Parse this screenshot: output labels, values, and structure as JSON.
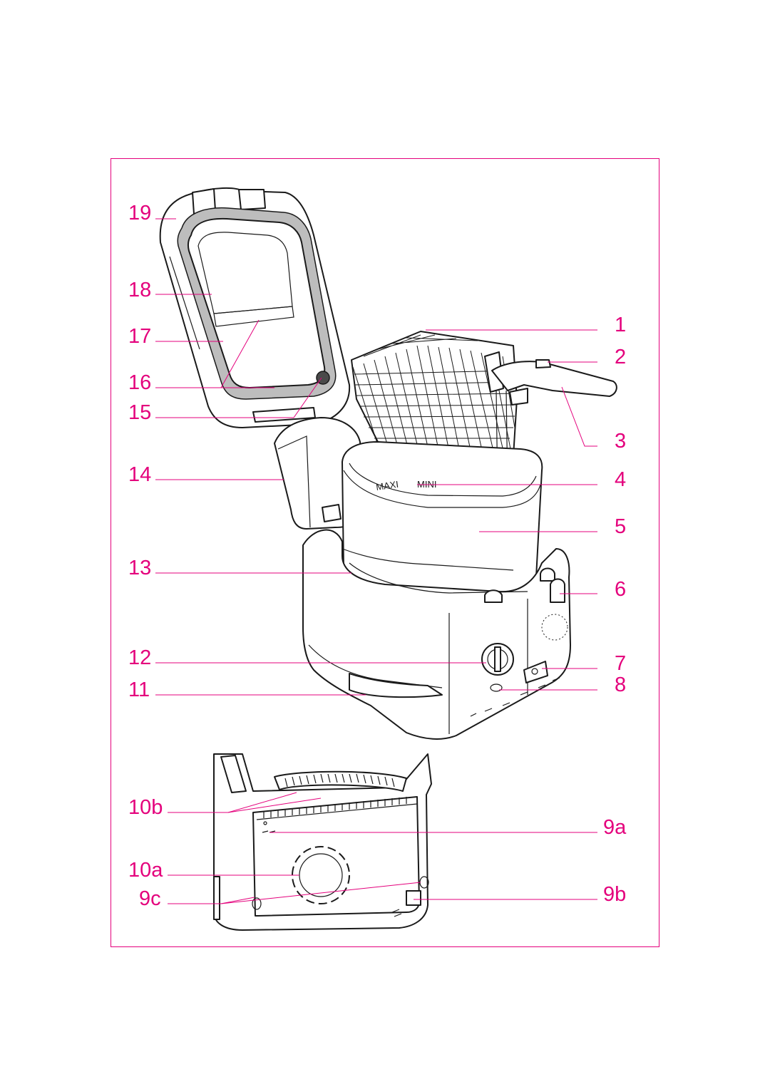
{
  "colors": {
    "accent": "#e4007c",
    "ink": "#1a1a1a",
    "gasket": "#bdbdbd"
  },
  "labels": {
    "l19": "19",
    "l18": "18",
    "l17": "17",
    "l16": "16",
    "l15": "15",
    "l14": "14",
    "l13": "13",
    "l12": "12",
    "l11": "11",
    "l10b": "10b",
    "l10a": "10a",
    "l9c": "9c",
    "l1": "1",
    "l2": "2",
    "l3": "3",
    "l4": "4",
    "l5": "5",
    "l6": "6",
    "l7": "7",
    "l8": "8",
    "l9a": "9a",
    "l9b": "9b"
  },
  "bowl_marks": {
    "maxi": "MAXI",
    "mini": "MINI"
  }
}
